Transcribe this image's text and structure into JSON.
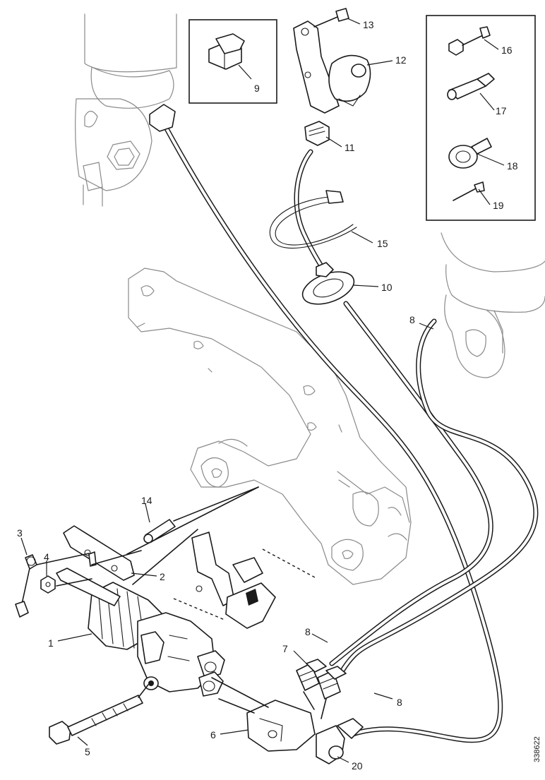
{
  "diagram": {
    "reference": "338622",
    "callouts": [
      "1",
      "2",
      "3",
      "4",
      "5",
      "6",
      "7",
      "8",
      "8",
      "8",
      "9",
      "10",
      "11",
      "12",
      "13",
      "14",
      "15",
      "16",
      "17",
      "18",
      "19",
      "20"
    ]
  }
}
